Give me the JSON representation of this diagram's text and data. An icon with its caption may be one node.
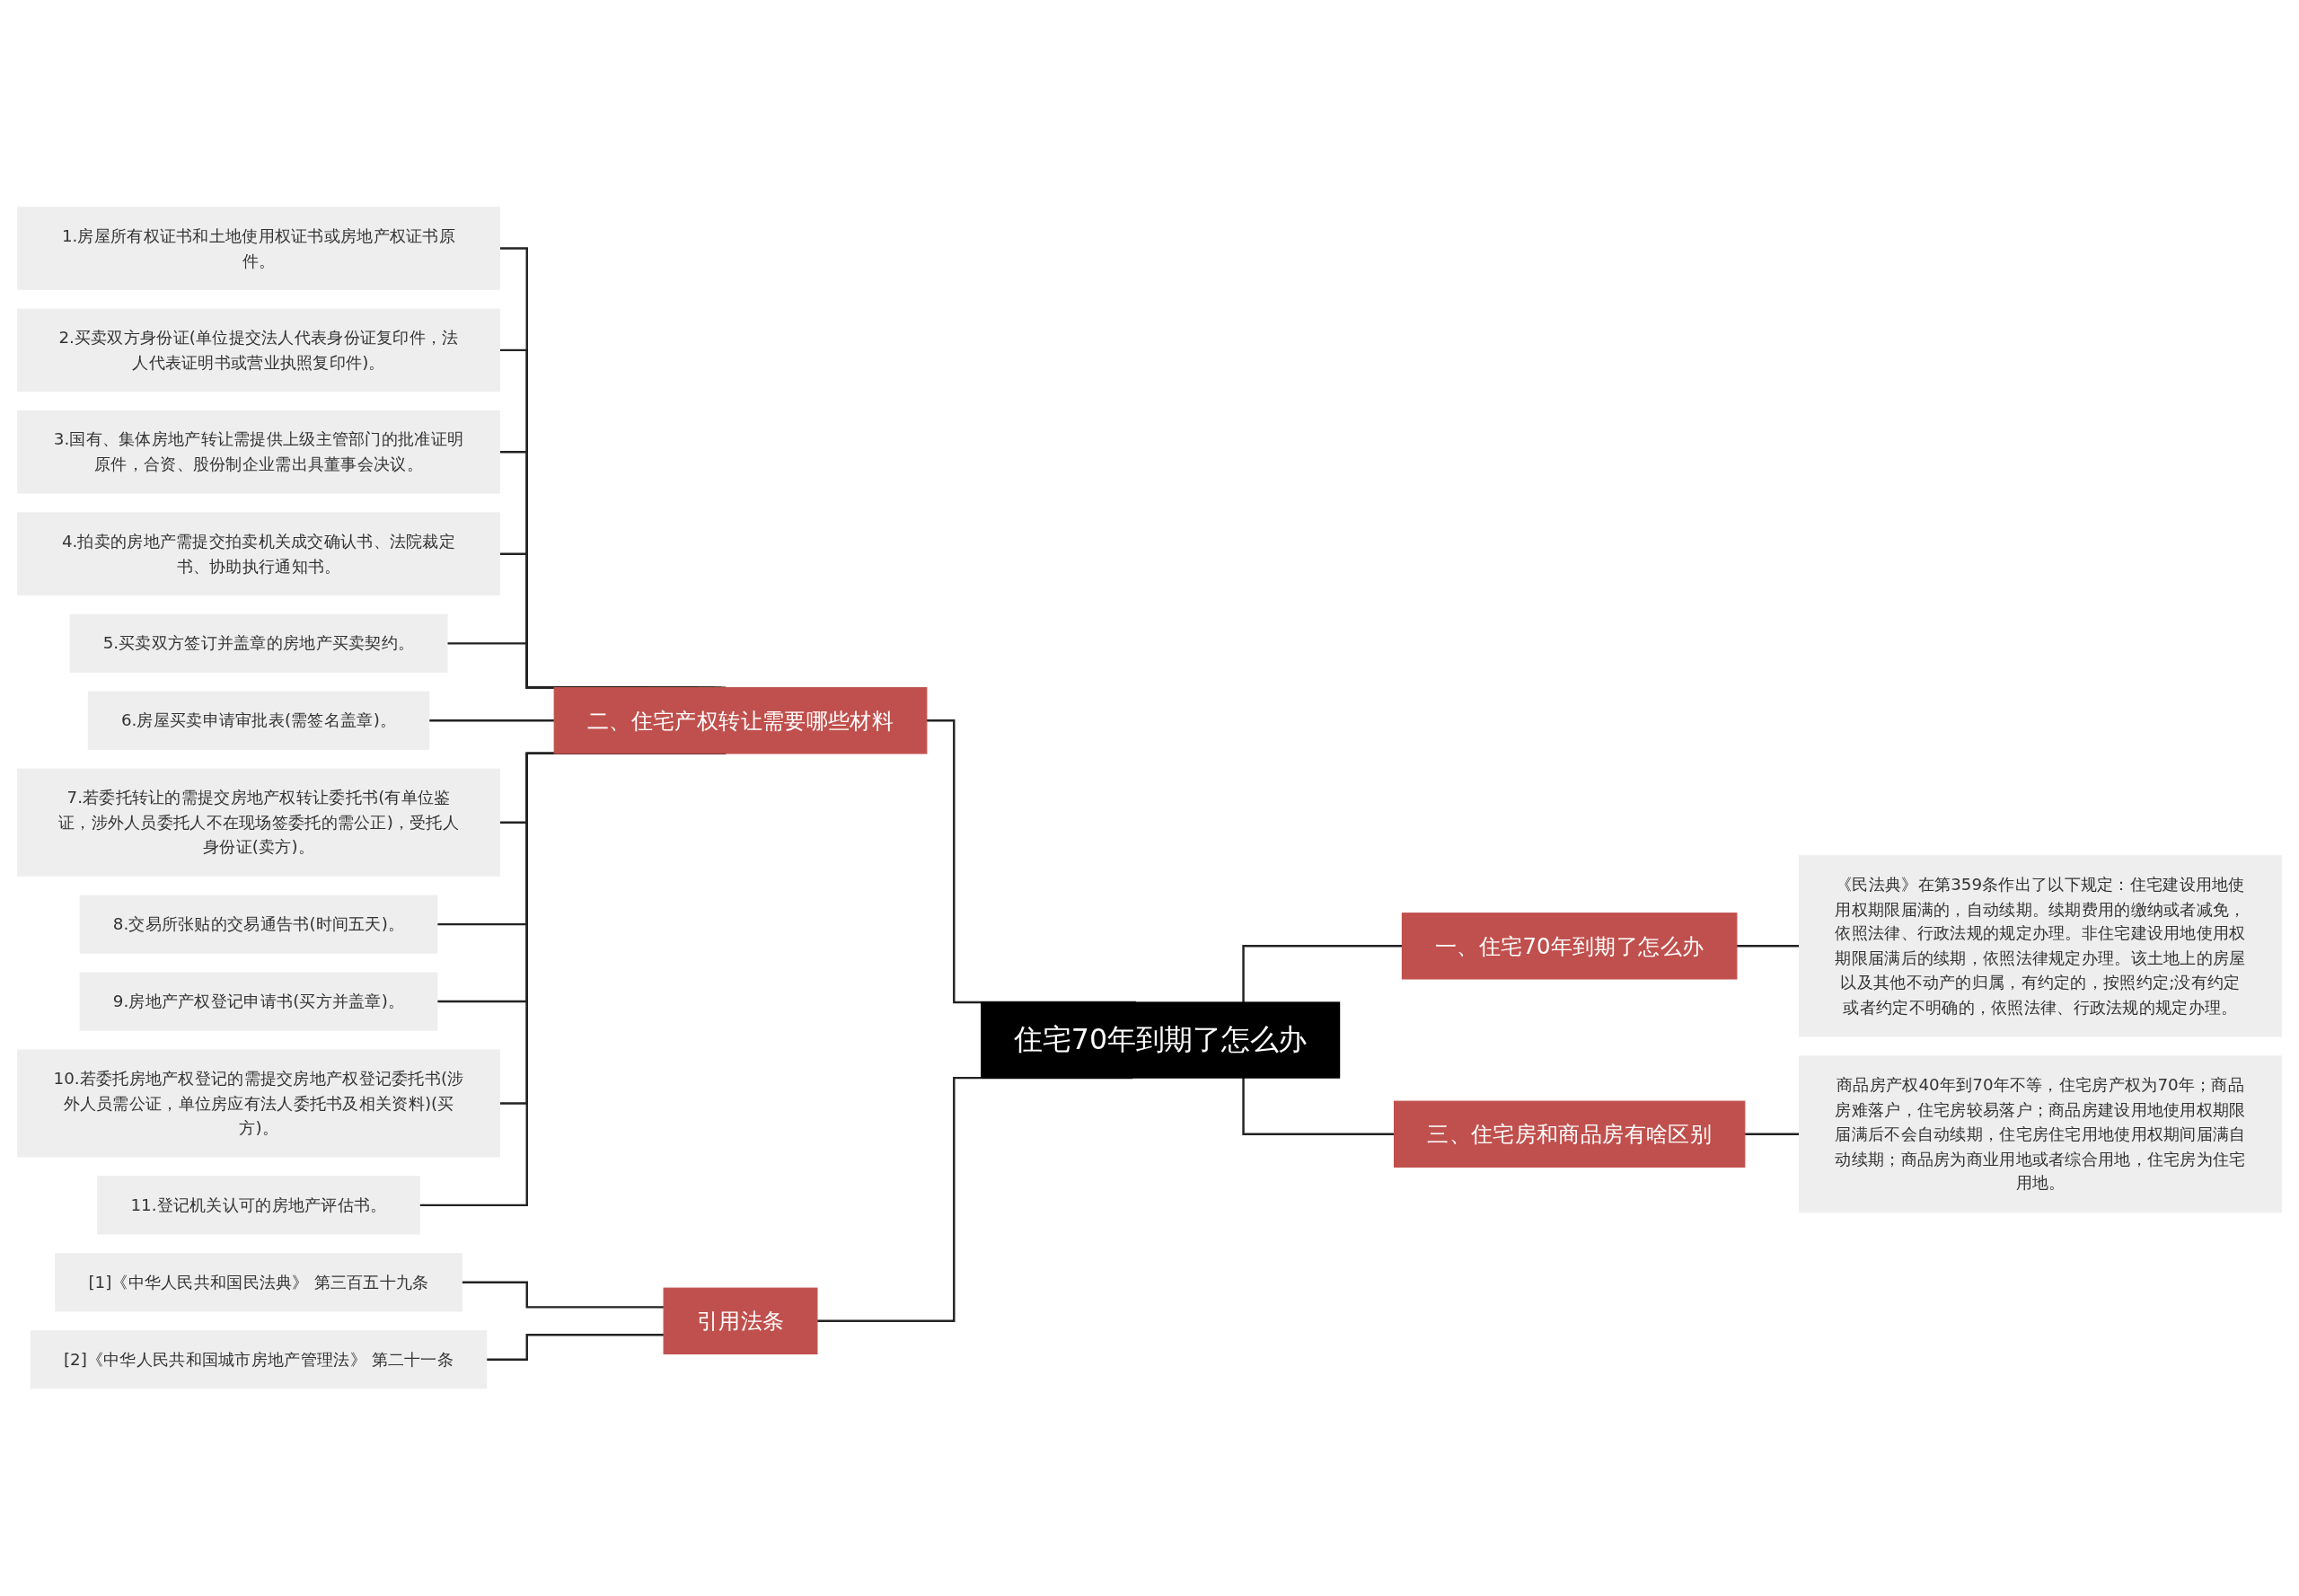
{
  "diagram": {
    "nodes": [
      {
        "text": [
          "住宅70年到期了怎么办"
        ]
      },
      {
        "text": [
          "二、住宅产权转让需要哪些材料"
        ]
      },
      {
        "text": [
          "1.房屋所有权证书和土地使用权证书或房地产权证书原件。"
        ]
      },
      {
        "text": [
          "2.买卖双方身份证(单位提交法人代表身份证复印件，法人代表证明书或营业执照复印件)。"
        ]
      },
      {
        "text": [
          "3.国有、集体房地产转让需提供上级主管部门的批准证明原件，合资、股份制企业需出具董事会决议。"
        ]
      },
      {
        "text": [
          "4.拍卖的房地产需提交拍卖机关成交确认书、法院裁定书、协助执行通知书。"
        ]
      },
      {
        "text": [
          "5.买卖双方签订并盖章的房地产买卖契约。"
        ]
      },
      {
        "text": [
          "6.房屋买卖申请审批表(需签名盖章)。"
        ]
      },
      {
        "text": [
          "7.若委托转让的需提交房地产权转让委托书(有单位鉴证，涉外人员委托人不在现场签委托的需公正)，受托人身份证(卖方)。"
        ]
      },
      {
        "text": [
          "8.交易所张贴的交易通告书(时间五天)。"
        ]
      },
      {
        "text": [
          "9.房地产产权登记申请书(买方并盖章)。"
        ]
      },
      {
        "text": [
          "10.若委托房地产权登记的需提交房地产权登记委托书(涉外人员需公证，单位房应有法人委托书及相关资料)(买方)。"
        ]
      },
      {
        "text": [
          "11.登记机关认可的房地产评估书。"
        ]
      },
      {
        "text": [
          "引用法条"
        ]
      },
      {
        "text": [
          "[1]《中华人民共和国民法典》 第三百五十九条"
        ]
      },
      {
        "text": [
          "[2]《中华人民共和国城市房地产管理法》 第二十一条"
        ]
      },
      {
        "text": [
          "一、住宅70年到期了怎么办"
        ]
      },
      {
        "text": [
          "《民法典》在第359条作出了以下规定：住宅建设用地使用权期限届满的，自动续期。续期费用的缴纳或者减免，依照法律、行政法规的规定办理。非住宅建设用地使用权期限届满后的续期，依照法律规定办理。该土地上的房屋以及其他不动产的归属，有约定的，按照约定;没有约定或者约定不明确的，依照法律、行政法规的规定办理。"
        ]
      },
      {
        "text": [
          "三、住宅房和商品房有啥区别"
        ]
      },
      {
        "text": [
          "商品房产权40年到70年不等，住宅房产权为70年；商品房难落户，住宅房较易落户；商品房建设用地使用权期限届满后不会自动续期，住宅房住宅用地使用权期间届满自动续期；商品房为商业用地或者综合用地，住宅房为住宅用地。"
        ]
      }
    ],
    "edges": [
      {
        "from": 2,
        "to": 1,
        "arrow": "none"
      },
      {
        "from": 3,
        "to": 1,
        "arrow": "none"
      },
      {
        "from": 4,
        "to": 1,
        "arrow": "none"
      },
      {
        "from": 5,
        "to": 1,
        "arrow": "none"
      },
      {
        "from": 6,
        "to": 1,
        "arrow": "none"
      },
      {
        "from": 7,
        "to": 1,
        "arrow": "none"
      },
      {
        "from": 8,
        "to": 1,
        "arrow": "none"
      },
      {
        "from": 9,
        "to": 1,
        "arrow": "none"
      },
      {
        "from": 10,
        "to": 1,
        "arrow": "none"
      },
      {
        "from": 11,
        "to": 1,
        "arrow": "none"
      },
      {
        "from": 12,
        "to": 1,
        "arrow": "none"
      },
      {
        "from": 1,
        "to": 0,
        "arrow": "none"
      },
      {
        "from": 14,
        "to": 13,
        "arrow": "none"
      },
      {
        "from": 15,
        "to": 13,
        "arrow": "none"
      },
      {
        "from": 13,
        "to": 0,
        "arrow": "none"
      },
      {
        "from": 0,
        "to": 16,
        "arrow": "none"
      },
      {
        "from": 16,
        "to": 17,
        "arrow": "none"
      },
      {
        "from": 0,
        "to": 18,
        "arrow": "none"
      },
      {
        "from": 18,
        "to": 19,
        "arrow": "none"
      }
    ]
  }
}
